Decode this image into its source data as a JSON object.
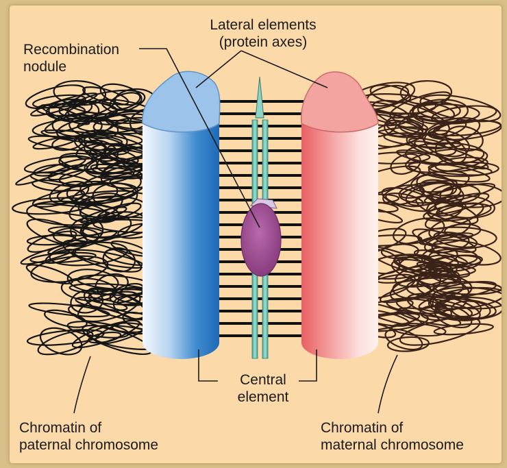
{
  "labels": {
    "lateral_elements_line1": "Lateral elements",
    "lateral_elements_line2": "(protein axes)",
    "recombination_line1": "Recombination",
    "recombination_line2": "nodule",
    "central_line1": "Central",
    "central_line2": "element",
    "paternal_line1": "Chromatin of",
    "paternal_line2": "paternal chromosome",
    "maternal_line1": "Chromatin of",
    "maternal_line2": "maternal chromosome"
  },
  "colors": {
    "background": "#fbd9a9",
    "paternal_axis": "#2f7cc8",
    "maternal_axis": "#e8787a",
    "central_element": "#6fc1b5",
    "recombination_nodule": "#9b4a8e",
    "paternal_chromatin": "#151515",
    "maternal_chromatin": "#3a2218"
  }
}
